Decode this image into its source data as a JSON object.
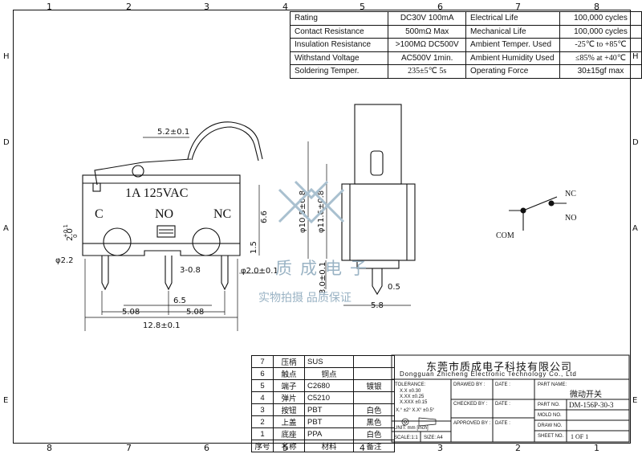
{
  "zones_top": [
    "1",
    "2",
    "3",
    "4",
    "5",
    "6",
    "7",
    "8"
  ],
  "zones_bottom": [
    "8",
    "7",
    "6",
    "5",
    "4",
    "3",
    "2",
    "1"
  ],
  "zones_left": [
    "H",
    "D",
    "A",
    "E"
  ],
  "zones_right": [
    "H",
    "D",
    "A",
    "E"
  ],
  "specs": [
    {
      "label": "Rating",
      "value": "DC30V 100mA",
      "label2": "Electrical Life",
      "value2": "100,000 cycles"
    },
    {
      "label": "Contact Resistance",
      "value": "500mΩ  Max",
      "label2": "Mechanical Life",
      "value2": "100,000 cycles"
    },
    {
      "label": "Insulation Resistance",
      "value": ">100MΩ DC500V",
      "label2": "Ambient Temper. Used",
      "value2": "-25℃  to  +85℃"
    },
    {
      "label": "Withstand Voltage",
      "value": "AC500V  1min.",
      "label2": "Ambient Humidity Used",
      "value2": "≤85% at +40℃"
    },
    {
      "label": "Soldering Temper.",
      "value": "235±5℃  5s",
      "label2": "Operating Force",
      "value2": "30±15gf max"
    }
  ],
  "front_view": {
    "rating_label": "1A  125VAC",
    "terminal_c": "C",
    "terminal_no": "NO",
    "terminal_nc": "NC",
    "dims": {
      "d_5_2": "5.2±0.1",
      "d_2_0": "2.0",
      "d_tol_plus": "+0.1",
      "d_tol_minus": "0",
      "d_phi_2_2": "φ2.2",
      "d_3_0_8": "3-0.8",
      "d_6_5": "6.5",
      "d_5_08a": "5.08",
      "d_5_08b": "5.08",
      "d_12_8": "12.8±0.1",
      "d_6_6": "6.6",
      "d_1_5": "1.5",
      "d_phi_2_0": "φ2.0±0.1"
    }
  },
  "side_view": {
    "dims": {
      "d_10_5": "φ10.5±0.8",
      "d_11_6": "φ11.6±0.8",
      "d_3_0": "3.0±0.1",
      "d_0_5": "0.5",
      "d_5_8": "5.8"
    }
  },
  "schematic": {
    "nc": "NC",
    "no": "NO",
    "com": "COM"
  },
  "watermark": {
    "brand": "质成电子",
    "slogan": "实物拍摄  品质保证"
  },
  "bom": [
    {
      "no": "7",
      "part": "压柄",
      "material": "SUS",
      "note": ""
    },
    {
      "no": "6",
      "part": "触点",
      "material": "铜点",
      "note": ""
    },
    {
      "no": "5",
      "part": "端子",
      "material": "C2680",
      "note": "镀银"
    },
    {
      "no": "4",
      "part": "弹片",
      "material": "C5210",
      "note": ""
    },
    {
      "no": "3",
      "part": "按钮",
      "material": "PBT",
      "note": "白色"
    },
    {
      "no": "2",
      "part": "上盖",
      "material": "PBT",
      "note": "黑色"
    },
    {
      "no": "1",
      "part": "底座",
      "material": "PPA",
      "note": "白色"
    }
  ],
  "bom_header": {
    "no": "序号",
    "part": "名称",
    "material": "材料",
    "note": "备注"
  },
  "title_block": {
    "company_cn": "东莞市质成电子科技有限公司",
    "company_en": "Dongguan Zhicheng Electronic Technology Co., Ltd",
    "tolerance_title": "TOLERANCE:",
    "tol_1": "X.X     ±0.30",
    "tol_2": "X.XX   ±0.25",
    "tol_3": "X.XXX ±0.15",
    "tol_ang": "X.° ±2°    X.X° ±0.5°",
    "unit": "UNIT:   mm  [inch]",
    "scale": "SCALE:1:1",
    "size": "SIZE: A4",
    "drawn_by": "DRAWED BY :",
    "checked_by": "CHECKED BY :",
    "approved_by": "APPROVED BY :",
    "date": "DATE :",
    "part_name_label": "PART NAME:",
    "part_name": "微动开关",
    "part_no_label": "PART NO.",
    "part_no": "DM-156P-30-3",
    "mold_no_label": "MOLD NO.",
    "draw_no_label": "DRAW NO.",
    "sheet_no_label": "SHEET NO.",
    "sheet_no": "1 OF 1"
  }
}
